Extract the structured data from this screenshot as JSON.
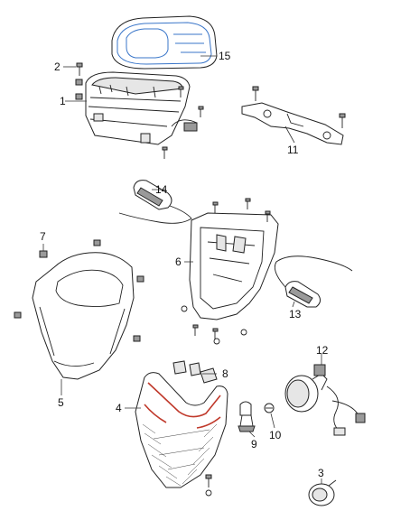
{
  "diagram": {
    "parts": [
      {
        "id": "p1",
        "number": "1"
      },
      {
        "id": "p2",
        "number": "2"
      },
      {
        "id": "p3",
        "number": "3"
      },
      {
        "id": "p4",
        "number": "4"
      },
      {
        "id": "p5",
        "number": "5"
      },
      {
        "id": "p6",
        "number": "6"
      },
      {
        "id": "p7",
        "number": "7"
      },
      {
        "id": "p8",
        "number": "8"
      },
      {
        "id": "p9",
        "number": "9"
      },
      {
        "id": "p10",
        "number": "10"
      },
      {
        "id": "p11",
        "number": "11"
      },
      {
        "id": "p12",
        "number": "12"
      },
      {
        "id": "p13",
        "number": "13"
      },
      {
        "id": "p14",
        "number": "14"
      },
      {
        "id": "p15",
        "number": "15"
      }
    ]
  }
}
